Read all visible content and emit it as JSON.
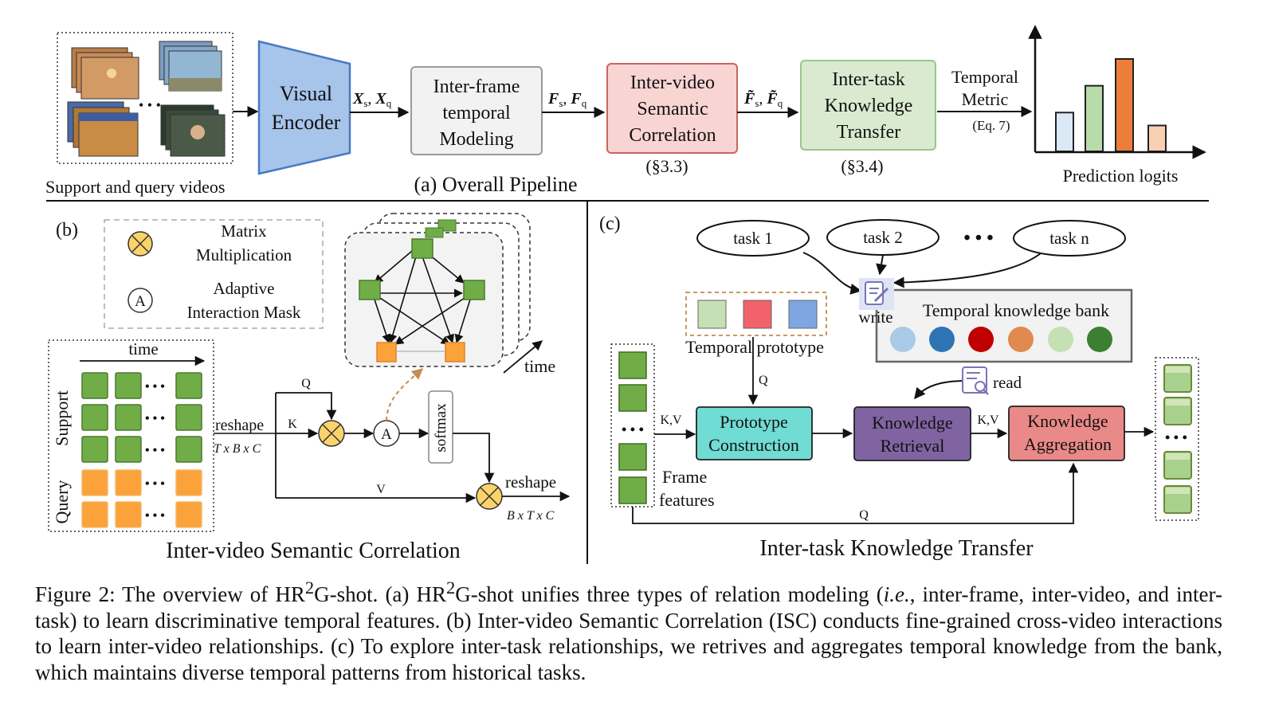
{
  "panel_a": {
    "videos_label": "Support and query videos",
    "encoder": [
      "Visual",
      "Encoder"
    ],
    "x_label_1": "X",
    "x_sub_1": "s",
    "x_label_2": "X",
    "x_sub_2": "q",
    "interframe": [
      "Inter-frame",
      "temporal",
      "Modeling"
    ],
    "f_label_1": "F",
    "f_sub_1": "s",
    "f_label_2": "F",
    "f_sub_2": "q",
    "intervideo": [
      "Inter-video",
      "Semantic",
      "Correlation"
    ],
    "intervideo_ref": "(§3.3)",
    "ft_label_1": "F̃",
    "ft_sub_1": "s",
    "ft_label_2": "F̃",
    "ft_sub_2": "q",
    "intertask": [
      "Inter-task",
      "Knowledge",
      "Transfer"
    ],
    "intertask_ref": "(§3.4)",
    "metric": [
      "Temporal",
      "Metric"
    ],
    "metric_eq": "(Eq. 7)",
    "pipeline_title": "(a) Overall Pipeline",
    "prediction_label": "Prediction logits",
    "bars": [
      {
        "value": 0.42,
        "color": "#dbe8f6"
      },
      {
        "value": 0.71,
        "color": "#b8dbaa"
      },
      {
        "value": 1.0,
        "color": "#ec7d3b"
      },
      {
        "value": 0.28,
        "color": "#f8cfb2"
      }
    ]
  },
  "panel_b": {
    "tag": "(b)",
    "legend_matrix": [
      "Matrix",
      "Multiplication"
    ],
    "legend_adaptive": [
      "Adaptive",
      "Interaction Mask"
    ],
    "legend_a_symbol": "A",
    "time_top": "time",
    "support": "Support",
    "query": "Query",
    "reshape": "reshape",
    "dims_1": "T x B x C",
    "q": "Q",
    "k": "K",
    "v": "V",
    "softmax": "softmax",
    "reshape_2": "reshape",
    "dims_2": "B x T x C",
    "time_graph": "time",
    "title": "Inter-video Semantic Correlation"
  },
  "panel_c": {
    "tag": "(c)",
    "tasks": [
      "task 1",
      "task 2",
      "task n"
    ],
    "dots": "• • •",
    "write": "write",
    "bank_title": "Temporal  knowledge  bank",
    "bank_colors": [
      "#a9cbe8",
      "#2e74b5",
      "#c00000",
      "#e08a4f",
      "#c5e0b4",
      "#3d7f32"
    ],
    "prototype_label": "Temporal  prototype",
    "prototype_colors": [
      "#c5e0b4",
      "#f2626b",
      "#7ea6e0"
    ],
    "q": "Q",
    "read": "read",
    "kv_1": "K,V",
    "kv_2": "K,V",
    "proto_box": [
      "Prototype",
      "Construction"
    ],
    "retrieval_box": [
      "Knowledge",
      "Retrieval"
    ],
    "aggregation_box": [
      "Knowledge",
      "Aggregation"
    ],
    "frame_label": [
      "Frame",
      "features"
    ],
    "q_bottom": "Q",
    "title": "Inter-task Knowledge Transfer"
  },
  "caption": {
    "p1": "Figure 2: The overview of HR",
    "sup1": "2",
    "p2": "G-shot. (a) HR",
    "sup2": "2",
    "p3": "G-shot unifies three types of relation modeling (",
    "ie": "i.e.",
    "p4": ", inter-frame, inter-video, and inter-task) to learn discriminative temporal features. (b) Inter-video Semantic Correlation (ISC) conducts fine-grained cross-video interactions to learn inter-video relationships. (c) To explore inter-task relationships, we retrives and aggregates temporal knowledge from the bank, which maintains diverse temporal patterns from historical tasks."
  }
}
